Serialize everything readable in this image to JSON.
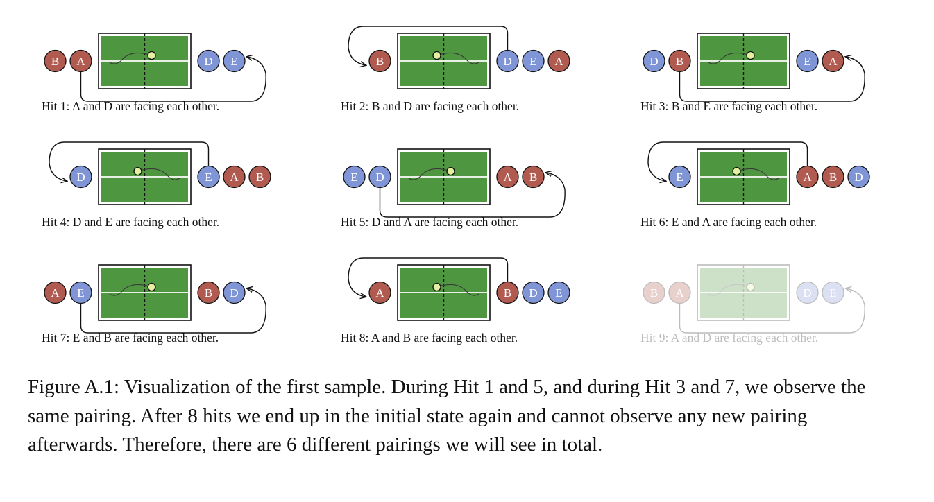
{
  "figure": {
    "colors": {
      "team_red": "#b05a50",
      "team_blue": "#7f95d6",
      "table_green": "#4f9640",
      "ball": "#e4f0a0"
    },
    "panels": [
      {
        "caption": "Hit 1: A and D are facing each other.",
        "left": [
          "B",
          "A"
        ],
        "right": [
          "D",
          "E"
        ],
        "ball_side": "right",
        "arrow_from": "right",
        "faded": false
      },
      {
        "caption": "Hit 2: B and D are facing each other.",
        "left": [
          "B"
        ],
        "right": [
          "D",
          "E",
          "A"
        ],
        "ball_side": "left",
        "arrow_from": "left",
        "faded": false
      },
      {
        "caption": "Hit 3: B and E are facing each other.",
        "left": [
          "D",
          "B"
        ],
        "right": [
          "E",
          "A"
        ],
        "ball_side": "right",
        "arrow_from": "right",
        "faded": false
      },
      {
        "caption": "Hit 4: D and E are facing each other.",
        "left": [
          "D"
        ],
        "right": [
          "E",
          "A",
          "B"
        ],
        "ball_side": "left",
        "arrow_from": "left",
        "faded": false
      },
      {
        "caption": "Hit 5: D and A are facing each other.",
        "left": [
          "E",
          "D"
        ],
        "right": [
          "A",
          "B"
        ],
        "ball_side": "right",
        "arrow_from": "right",
        "faded": false
      },
      {
        "caption": "Hit 6: E and A are facing each other.",
        "left": [
          "E"
        ],
        "right": [
          "A",
          "B",
          "D"
        ],
        "ball_side": "left",
        "arrow_from": "left",
        "faded": false
      },
      {
        "caption": "Hit 7: E and B are facing each other.",
        "left": [
          "A",
          "E"
        ],
        "right": [
          "B",
          "D"
        ],
        "ball_side": "right",
        "arrow_from": "right",
        "faded": false
      },
      {
        "caption": "Hit 8: A and B are facing each other.",
        "left": [
          "A"
        ],
        "right": [
          "B",
          "D",
          "E"
        ],
        "ball_side": "left",
        "arrow_from": "left",
        "faded": false
      },
      {
        "caption": "Hit 9: A and D are facing each other.",
        "left": [
          "B",
          "A"
        ],
        "right": [
          "D",
          "E"
        ],
        "ball_side": "right",
        "arrow_from": "right",
        "faded": true
      }
    ],
    "teams": {
      "A": "red",
      "B": "red",
      "D": "blue",
      "E": "blue"
    }
  },
  "caption": {
    "text": "Figure A.1: Visualization of the first sample. During Hit 1 and 5, and during Hit 3 and 7, we observe the same pairing. After 8 hits we end up in the initial state again and cannot observe any new pairing afterwards. Therefore, there are 6 different pairings we will see in total."
  }
}
